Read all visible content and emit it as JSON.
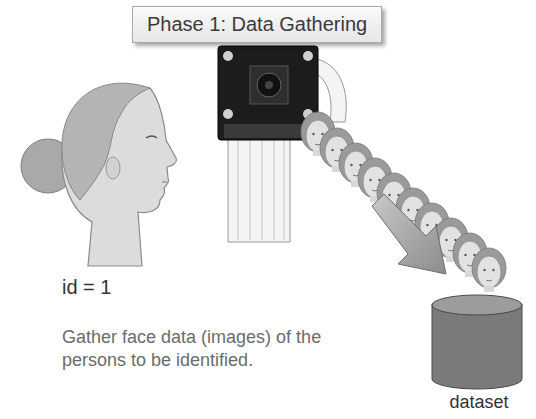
{
  "diagram": {
    "title": "Phase 1: Data Gathering",
    "nodes": [
      {
        "text": [
          "dataset"
        ]
      }
    ],
    "labels": [
      "id = 1",
      "Gather face data (images) of the persons to be identified."
    ]
  }
}
